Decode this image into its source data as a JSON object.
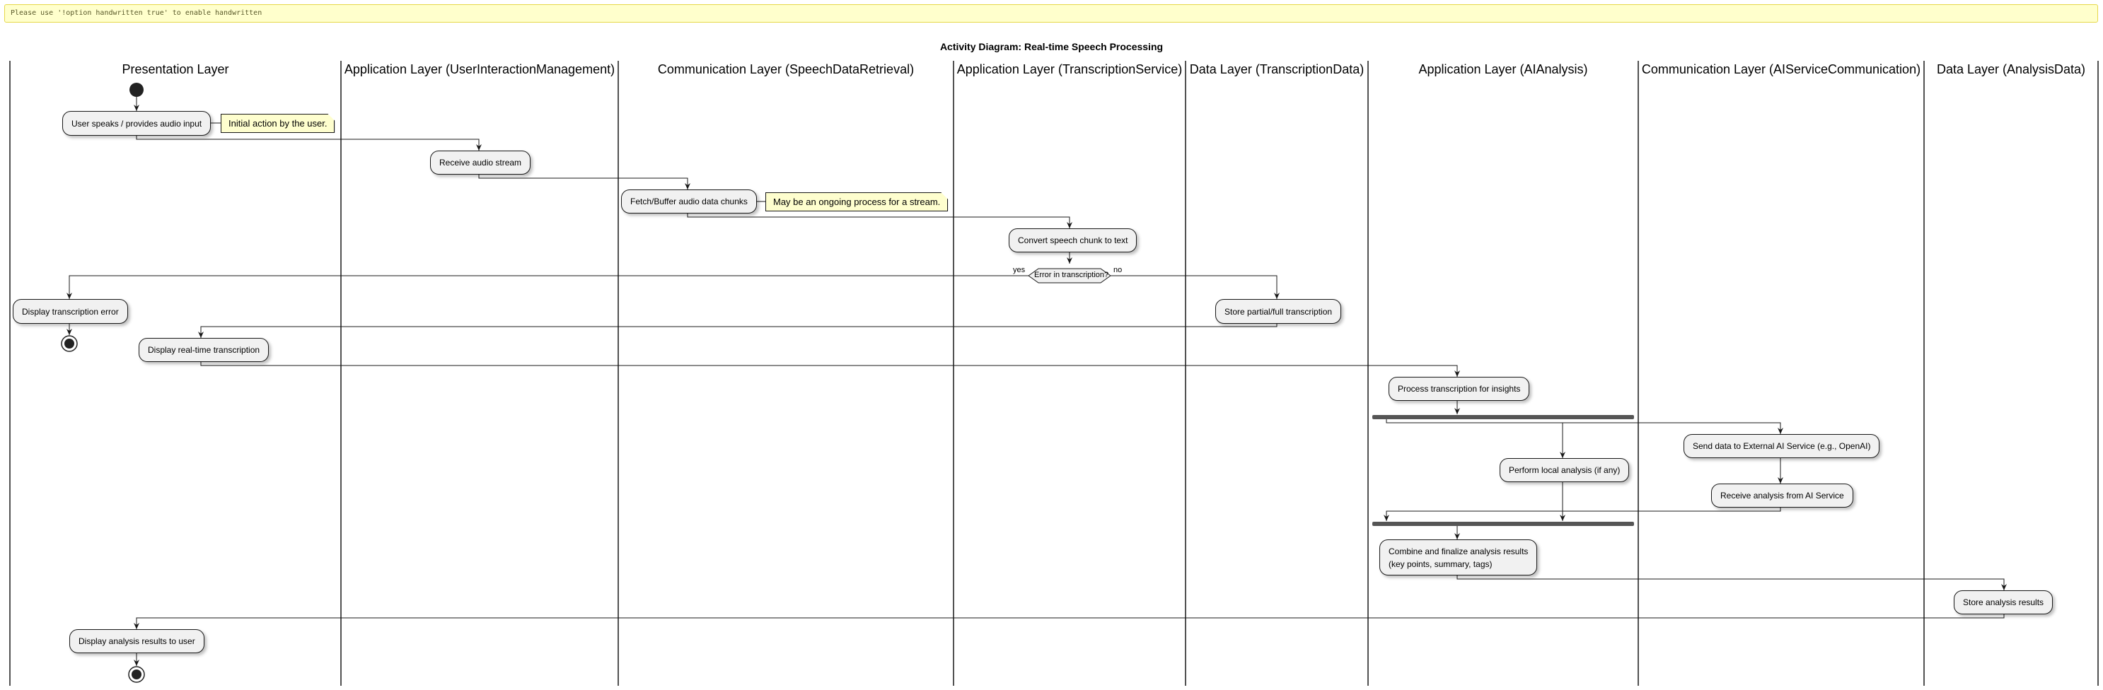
{
  "banner": "Please use '!option handwritten true' to enable handwritten",
  "title": "Activity Diagram: Real-time Speech Processing",
  "lanes": [
    "Presentation Layer",
    "Application Layer (UserInteractionManagement)",
    "Communication Layer (SpeechDataRetrieval)",
    "Application Layer (TranscriptionService)",
    "Data Layer (TranscriptionData)",
    "Application Layer (AIAnalysis)",
    "Communication Layer (AIServiceCommunication)",
    "Data Layer (AnalysisData)"
  ],
  "activities": {
    "user_speaks": "User speaks / provides audio input",
    "receive_audio": "Receive audio stream",
    "fetch_buffer": "Fetch/Buffer audio data chunks",
    "convert_chunk": "Convert speech chunk to text",
    "display_error": "Display transcription error",
    "store_transcription": "Store partial/full transcription",
    "display_realtime": "Display real-time transcription",
    "process_insights": "Process transcription for insights",
    "local_analysis": "Perform local analysis (if any)",
    "send_external": "Send data to External AI Service (e.g., OpenAI)",
    "receive_analysis": "Receive analysis from AI Service",
    "combine_results": "Combine and finalize analysis results\n(key points, summary, tags)",
    "store_analysis": "Store analysis results",
    "display_results": "Display analysis results to user"
  },
  "notes": {
    "initial_action": "Initial action by the user.",
    "ongoing_process": "May be an ongoing process for a stream."
  },
  "decision": {
    "label": "Error in transcription?",
    "yes": "yes",
    "no": "no"
  },
  "colors": {
    "activity_fill": "#f1f1f1",
    "note_fill": "#fefece",
    "banner_fill": "#ffffcc",
    "line": "#181818",
    "bar": "#555555"
  }
}
